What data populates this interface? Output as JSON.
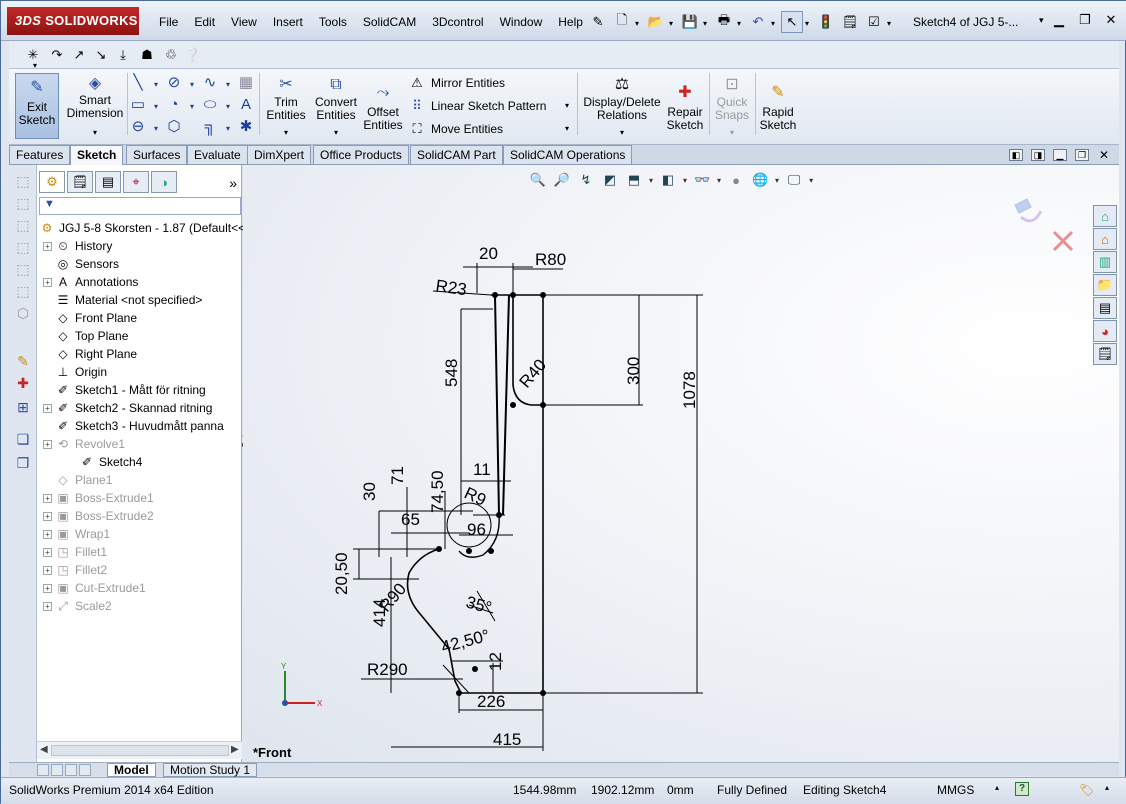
{
  "app": {
    "brand": "SOLIDWORKS",
    "document_title": "Sketch4 of JGJ 5-...",
    "menu": [
      "File",
      "Edit",
      "View",
      "Insert",
      "Tools",
      "SolidCAM",
      "3Dcontrol",
      "Window",
      "Help"
    ]
  },
  "command_manager": {
    "exit_sketch": [
      "Exit",
      "Sketch"
    ],
    "smart_dimension": [
      "Smart",
      "Dimension"
    ],
    "trim_entities": [
      "Trim",
      "Entities"
    ],
    "convert_entities": [
      "Convert",
      "Entities"
    ],
    "offset_entities": [
      "Offset",
      "Entities"
    ],
    "mirror_entities": "Mirror Entities",
    "linear_sketch_pattern": "Linear Sketch Pattern",
    "move_entities": "Move Entities",
    "display_delete_relations": [
      "Display/Delete",
      "Relations"
    ],
    "repair_sketch": [
      "Repair",
      "Sketch"
    ],
    "quick_snaps": [
      "Quick",
      "Snaps"
    ],
    "rapid_sketch": [
      "Rapid",
      "Sketch"
    ]
  },
  "tabs": [
    "Features",
    "Sketch",
    "Surfaces",
    "Evaluate",
    "DimXpert",
    "Office Products",
    "SolidCAM Part",
    "SolidCAM Operations"
  ],
  "active_tab": "Sketch",
  "feature_tree": {
    "root": "JGJ 5-8 Skorsten - 1.87  (Default<<",
    "items": [
      {
        "label": "History",
        "expand": true,
        "dim": false,
        "icon": "history-icon"
      },
      {
        "label": "Sensors",
        "expand": false,
        "dim": false,
        "icon": "sensors-icon"
      },
      {
        "label": "Annotations",
        "expand": true,
        "dim": false,
        "icon": "annotations-icon"
      },
      {
        "label": "Material <not specified>",
        "expand": false,
        "dim": false,
        "icon": "material-icon"
      },
      {
        "label": "Front Plane",
        "expand": false,
        "dim": false,
        "icon": "plane-icon"
      },
      {
        "label": "Top Plane",
        "expand": false,
        "dim": false,
        "icon": "plane-icon"
      },
      {
        "label": "Right Plane",
        "expand": false,
        "dim": false,
        "icon": "plane-icon"
      },
      {
        "label": "Origin",
        "expand": false,
        "dim": false,
        "icon": "origin-icon"
      },
      {
        "label": "Sketch1 - Mått för ritning",
        "expand": false,
        "dim": false,
        "icon": "sketch-icon"
      },
      {
        "label": "Sketch2 - Skannad ritning",
        "expand": true,
        "dim": false,
        "icon": "sketch-icon"
      },
      {
        "label": "Sketch3 - Huvudmått panna",
        "expand": false,
        "dim": false,
        "icon": "sketch-icon"
      },
      {
        "label": "Revolve1",
        "expand": true,
        "dim": true,
        "icon": "revolve-icon"
      },
      {
        "label": "Sketch4",
        "expand": false,
        "dim": false,
        "icon": "sketch-icon",
        "indent": true
      },
      {
        "label": "Plane1",
        "expand": false,
        "dim": true,
        "icon": "plane-icon"
      },
      {
        "label": "Boss-Extrude1",
        "expand": true,
        "dim": true,
        "icon": "extrude-icon"
      },
      {
        "label": "Boss-Extrude2",
        "expand": true,
        "dim": true,
        "icon": "extrude-icon"
      },
      {
        "label": "Wrap1",
        "expand": true,
        "dim": true,
        "icon": "wrap-icon"
      },
      {
        "label": "Fillet1",
        "expand": true,
        "dim": true,
        "icon": "fillet-icon"
      },
      {
        "label": "Fillet2",
        "expand": true,
        "dim": true,
        "icon": "fillet-icon"
      },
      {
        "label": "Cut-Extrude1",
        "expand": true,
        "dim": true,
        "icon": "cut-icon"
      },
      {
        "label": "Scale2",
        "expand": true,
        "dim": true,
        "icon": "scale-icon"
      }
    ]
  },
  "bottom_tabs": [
    "Model",
    "Motion Study 1"
  ],
  "view_label": "*Front",
  "sketch_dimensions": {
    "d20": "20",
    "r80": "R80",
    "r23": "R23",
    "d548": "548",
    "r40": "R40",
    "d300": "300",
    "d1078": "1078",
    "d11": "11",
    "r9": "R9",
    "d30": "30",
    "d71": "71",
    "d7450": "74,50",
    "d65": "65",
    "d96": "96",
    "d2050": "20,50",
    "r90": "R90",
    "d414": "414",
    "a35": "35°",
    "a4250": "42,50°",
    "d12": "12",
    "r290": "R290",
    "d226": "226",
    "d415": "415"
  },
  "status": {
    "edition": "SolidWorks Premium 2014 x64 Edition",
    "x": "1544.98mm",
    "y": "1902.12mm",
    "z": "0mm",
    "state": "Fully Defined",
    "editing": "Editing Sketch4",
    "units": "MMGS",
    "help": "?"
  },
  "colors": {
    "accent": "#1b3f9b",
    "brand_red": "#b01c1c",
    "sketch_line": "#000000"
  }
}
